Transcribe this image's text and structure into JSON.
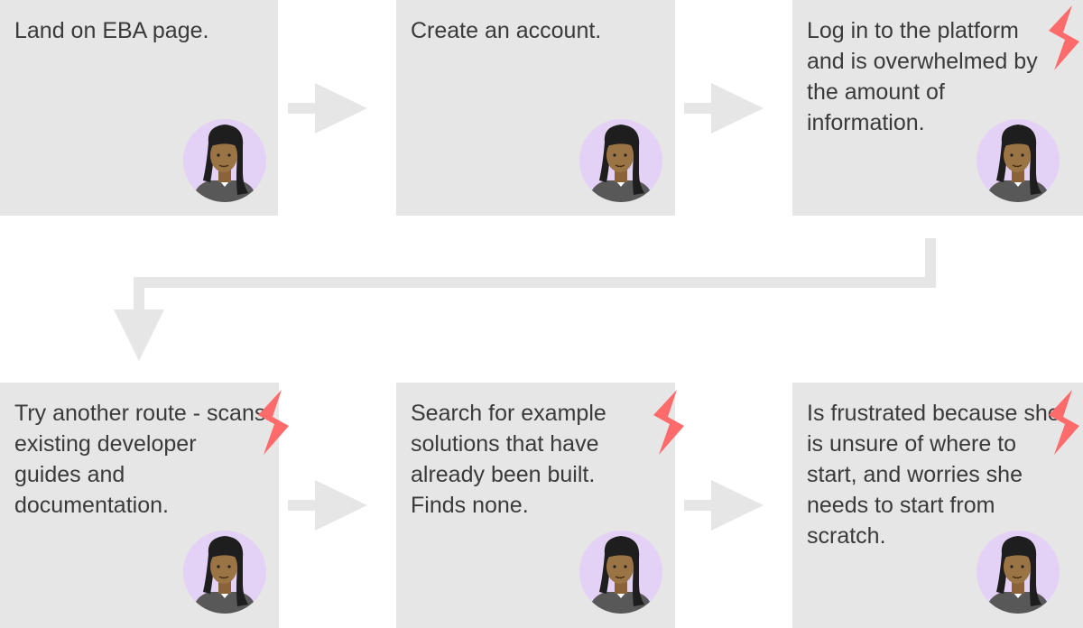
{
  "steps": [
    {
      "text": "Land on EBA page.",
      "pain_point": false
    },
    {
      "text": "Create an account.",
      "pain_point": false
    },
    {
      "text": "Log in to the platform and is overwhelmed by the amount of information.",
      "pain_point": true
    },
    {
      "text": "Try another route - scans existing developer guides and documentation.",
      "pain_point": true
    },
    {
      "text": "Search for example solutions that have already been built. Finds none.",
      "pain_point": true
    },
    {
      "text": "Is frustrated because she is unsure of where to start, and worries she needs to start from scratch.",
      "pain_point": true
    }
  ],
  "colors": {
    "card": "#e6e6e6",
    "arrow": "#e6e6e6",
    "text": "#3a3a3a",
    "bolt": "#ff6b6b",
    "avatar_bg": "#e4d1f6"
  },
  "icons": {
    "persona": "persona-avatar-icon",
    "pain_point": "lightning-bolt-icon",
    "flow": "arrow-right-icon"
  }
}
